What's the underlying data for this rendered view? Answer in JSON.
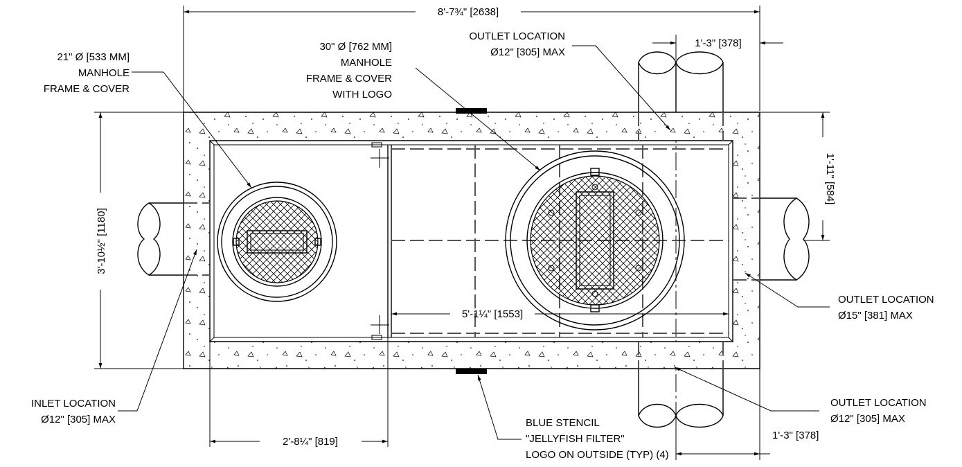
{
  "dimensions": {
    "overall_length": "8'-7¾\" [2638]",
    "overall_width": "3'-10½\" [1180]",
    "outlet_top_offset": "1'-3\" [378]",
    "outlet_side_offset": "1'-11\" [584]",
    "outlet_bottom_offset": "1'-3\" [378]",
    "inner_span": "5'-1¼\" [1553]",
    "inlet_chamber": "2'-8¼\" [819]"
  },
  "callouts": {
    "small_manhole": [
      "21\" Ø [533 MM]",
      "MANHOLE",
      "FRAME & COVER"
    ],
    "large_manhole": [
      "30\" Ø [762 MM]",
      "MANHOLE",
      "FRAME & COVER",
      "WITH LOGO"
    ],
    "outlet_top": [
      "OUTLET LOCATION",
      "Ø12\" [305] MAX"
    ],
    "outlet_right": [
      "OUTLET LOCATION",
      "Ø15\" [381] MAX"
    ],
    "outlet_bottom": [
      "OUTLET LOCATION",
      "Ø12\" [305] MAX"
    ],
    "inlet": [
      "INLET LOCATION",
      "Ø12\" [305] MAX"
    ],
    "stencil": [
      "BLUE STENCIL",
      "\"JELLYFISH FILTER\"",
      "LOGO ON OUTSIDE (TYP) (4)"
    ]
  },
  "colors": {
    "line": "#000000",
    "hidden": "#555555",
    "background": "#ffffff"
  }
}
